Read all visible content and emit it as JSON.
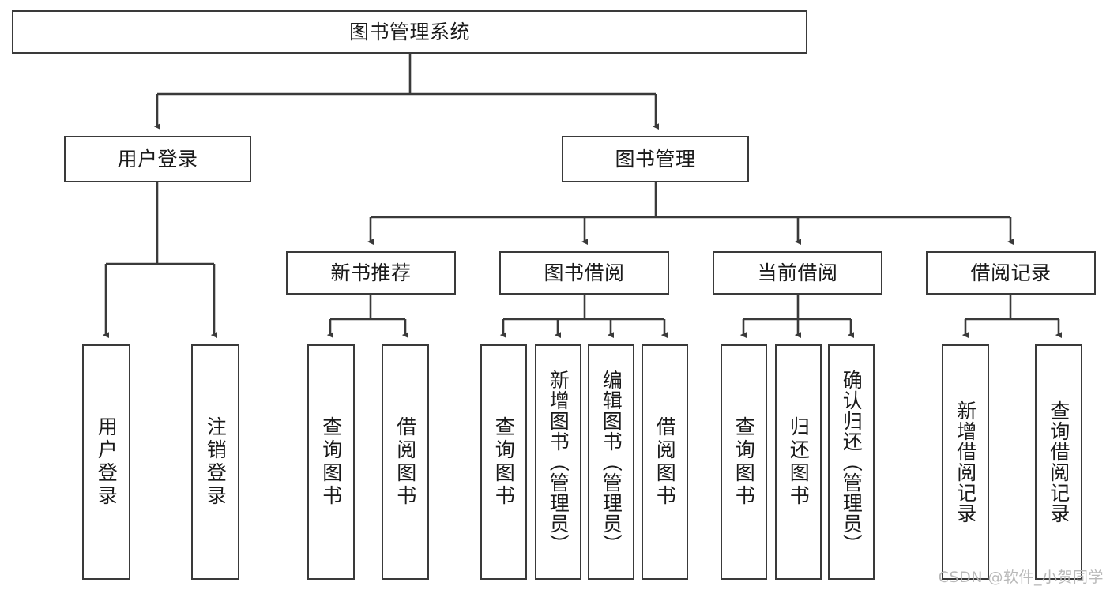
{
  "diagram": {
    "type": "tree",
    "title": "图书管理系统",
    "watermark": "CSDN @软件_小贺同学",
    "colors": {
      "node_border": "#3a3a3a",
      "node_fill": "#ffffff",
      "edge": "#3a3a3a",
      "text": "#1a1a1a",
      "watermark": "#b9b9b9",
      "background": "#ffffff"
    },
    "nodes": {
      "root": {
        "label": "图书管理系统",
        "level": 1,
        "orientation": "horizontal"
      },
      "user_login": {
        "label": "用户登录",
        "level": 2,
        "orientation": "horizontal"
      },
      "book_manage": {
        "label": "图书管理",
        "level": 2,
        "orientation": "horizontal"
      },
      "new_book_rec": {
        "label": "新书推荐",
        "level": 3,
        "orientation": "horizontal"
      },
      "book_borrow": {
        "label": "图书借阅",
        "level": 3,
        "orientation": "horizontal"
      },
      "current_borrow": {
        "label": "当前借阅",
        "level": 3,
        "orientation": "horizontal"
      },
      "borrow_record": {
        "label": "借阅记录",
        "level": 3,
        "orientation": "horizontal"
      },
      "leaf_user_login": {
        "label": "用户登录",
        "level": 3,
        "orientation": "vertical"
      },
      "leaf_logout": {
        "label": "注销登录",
        "level": 3,
        "orientation": "vertical"
      },
      "leaf_query_book_1": {
        "label": "查询图书",
        "level": 4,
        "orientation": "vertical"
      },
      "leaf_borrow_book_1": {
        "label": "借阅图书",
        "level": 4,
        "orientation": "vertical"
      },
      "leaf_query_book_2": {
        "label": "查询图书",
        "level": 4,
        "orientation": "vertical"
      },
      "leaf_add_book": {
        "label": "新增图书（管理员）",
        "level": 4,
        "orientation": "vertical"
      },
      "leaf_edit_book": {
        "label": "编辑图书（管理员）",
        "level": 4,
        "orientation": "vertical"
      },
      "leaf_borrow_book_2": {
        "label": "借阅图书",
        "level": 4,
        "orientation": "vertical"
      },
      "leaf_query_book_3": {
        "label": "查询图书",
        "level": 4,
        "orientation": "vertical"
      },
      "leaf_return_book": {
        "label": "归还图书",
        "level": 4,
        "orientation": "vertical"
      },
      "leaf_confirm_return": {
        "label": "确认归还（管理员）",
        "level": 4,
        "orientation": "vertical"
      },
      "leaf_add_record": {
        "label": "新增借阅记录",
        "level": 4,
        "orientation": "vertical"
      },
      "leaf_query_record": {
        "label": "查询借阅记录",
        "level": 4,
        "orientation": "vertical"
      }
    },
    "edges": [
      {
        "from": "root",
        "to": "user_login"
      },
      {
        "from": "root",
        "to": "book_manage"
      },
      {
        "from": "user_login",
        "to": "leaf_user_login"
      },
      {
        "from": "user_login",
        "to": "leaf_logout"
      },
      {
        "from": "book_manage",
        "to": "new_book_rec"
      },
      {
        "from": "book_manage",
        "to": "book_borrow"
      },
      {
        "from": "book_manage",
        "to": "current_borrow"
      },
      {
        "from": "book_manage",
        "to": "borrow_record"
      },
      {
        "from": "new_book_rec",
        "to": "leaf_query_book_1"
      },
      {
        "from": "new_book_rec",
        "to": "leaf_borrow_book_1"
      },
      {
        "from": "book_borrow",
        "to": "leaf_query_book_2"
      },
      {
        "from": "book_borrow",
        "to": "leaf_add_book"
      },
      {
        "from": "book_borrow",
        "to": "leaf_edit_book"
      },
      {
        "from": "book_borrow",
        "to": "leaf_borrow_book_2"
      },
      {
        "from": "current_borrow",
        "to": "leaf_query_book_3"
      },
      {
        "from": "current_borrow",
        "to": "leaf_return_book"
      },
      {
        "from": "current_borrow",
        "to": "leaf_confirm_return"
      },
      {
        "from": "borrow_record",
        "to": "leaf_add_record"
      },
      {
        "from": "borrow_record",
        "to": "leaf_query_record"
      }
    ]
  }
}
